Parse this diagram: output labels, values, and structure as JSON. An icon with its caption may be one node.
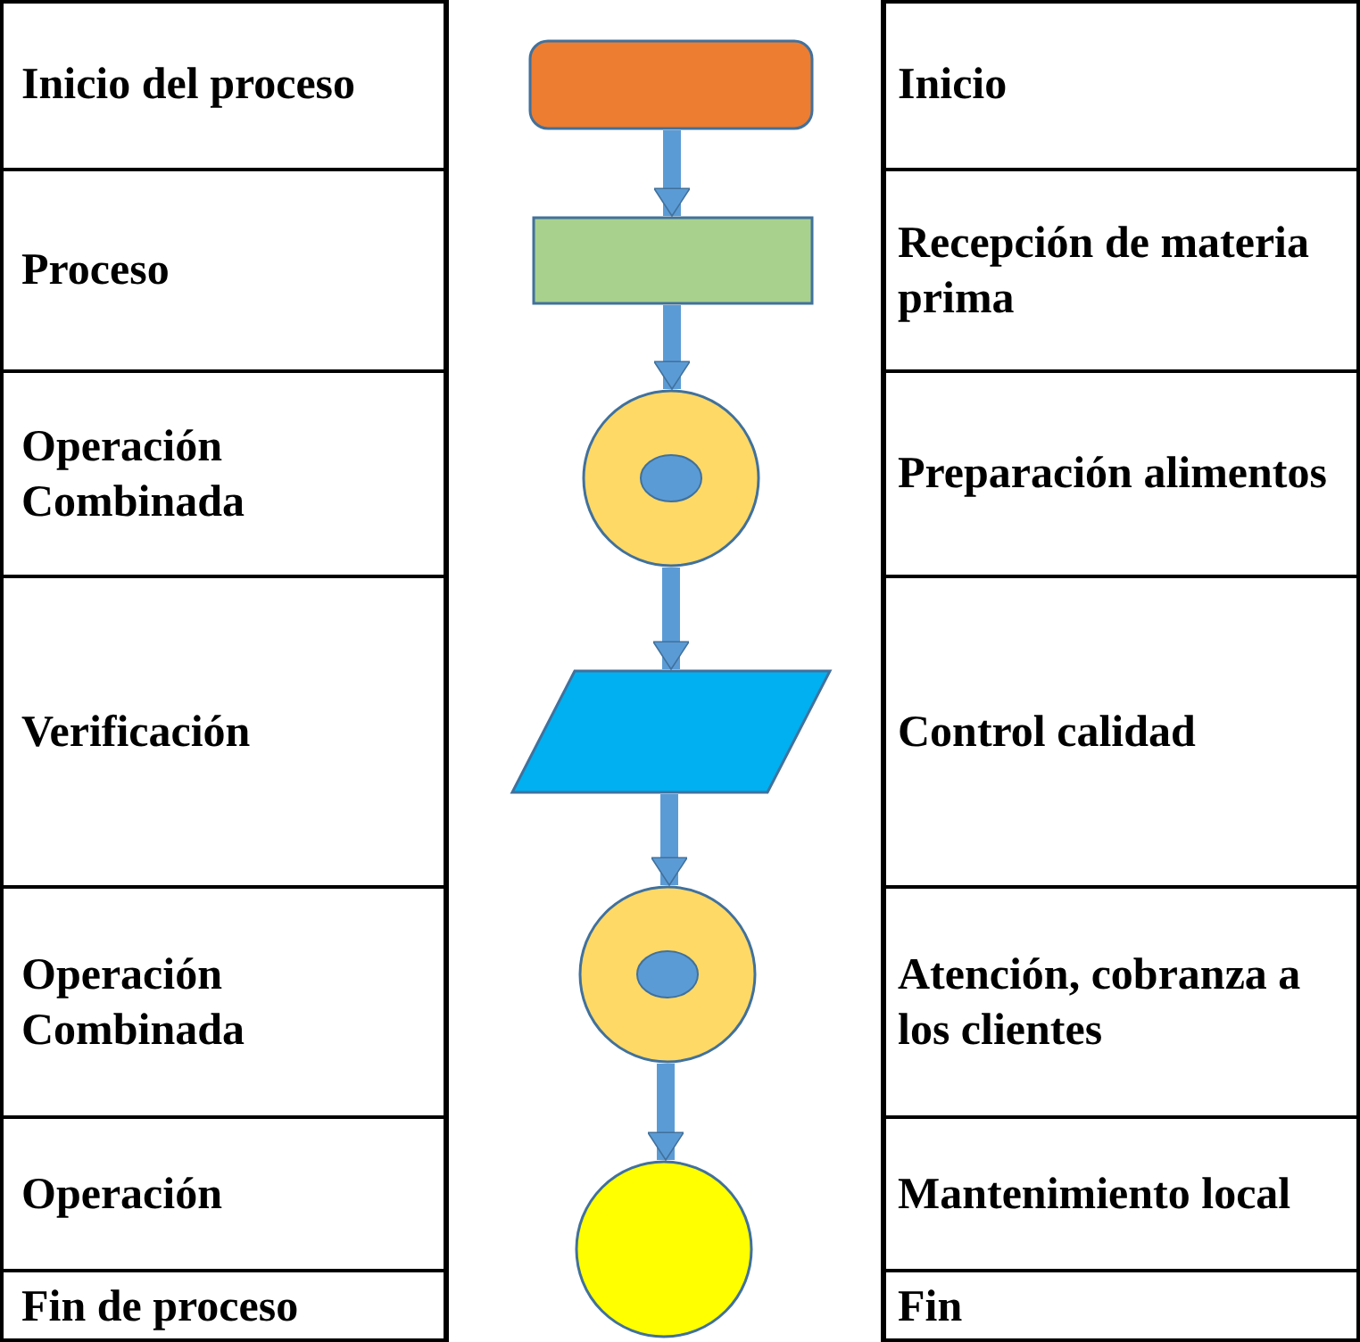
{
  "diagram": {
    "nodes": [
      {
        "text": [],
        "shape": "box"
      },
      {
        "text": [],
        "shape": "box"
      },
      {
        "text": [],
        "shape": "circle"
      },
      {
        "text": [],
        "shape": "parallelogram"
      },
      {
        "text": [],
        "shape": "circle"
      },
      {
        "text": [],
        "shape": "circle"
      }
    ],
    "edges": [
      {
        "from": 0,
        "to": 1,
        "arrow": "to"
      },
      {
        "from": 1,
        "to": 2,
        "arrow": "to"
      },
      {
        "from": 2,
        "to": 3,
        "arrow": "to"
      },
      {
        "from": 3,
        "to": 4,
        "arrow": "to"
      },
      {
        "from": 4,
        "to": 5,
        "arrow": "to"
      }
    ],
    "labels": [
      "Inicio del proceso",
      "Inicio",
      "Proceso",
      "Recepción de materia prima",
      "Operación Combinada",
      "Preparación alimentos",
      "Verificación",
      "Control calidad",
      "Operación Combinada",
      "Atención, cobranza a los clientes",
      "Operación",
      "Mantenimiento local",
      "Fin de proceso",
      "Fin"
    ]
  }
}
